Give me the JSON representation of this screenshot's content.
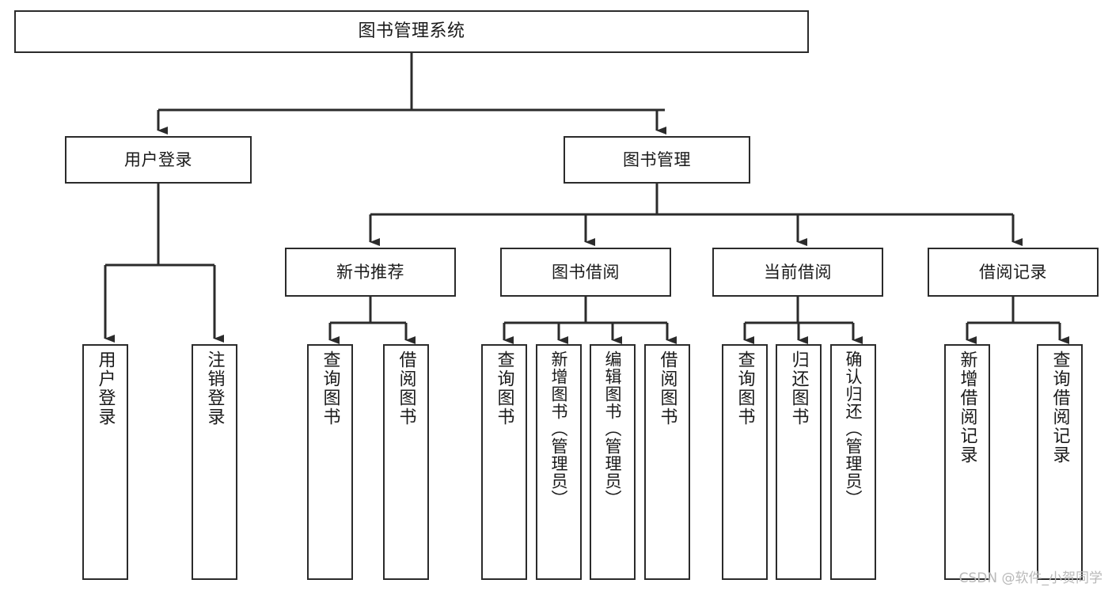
{
  "diagram": {
    "title": "图书管理系统",
    "type": "功能结构图",
    "colors": {
      "stroke": "#2b2b2b",
      "fill": "#ffffff",
      "text": "#1a1a1a",
      "watermark": "#b9b9b9",
      "background": "#ffffff"
    },
    "watermark": "CSDN @软件_小贺同学",
    "nodes": {
      "root": {
        "label": "图书管理系统"
      },
      "level1": [
        {
          "id": "user-login",
          "label": "用户登录"
        },
        {
          "id": "book-manage",
          "label": "图书管理"
        }
      ],
      "level2": [
        {
          "id": "new-book-recommend",
          "label": "新书推荐"
        },
        {
          "id": "book-borrow",
          "label": "图书借阅"
        },
        {
          "id": "current-borrow",
          "label": "当前借阅"
        },
        {
          "id": "borrow-record",
          "label": "借阅记录"
        }
      ],
      "leaves": {
        "user-login": [
          {
            "id": "leaf-user-login",
            "label": "用户登录"
          },
          {
            "id": "leaf-logout-login",
            "label": "注销登录"
          }
        ],
        "new-book-recommend": [
          {
            "id": "leaf-query-book-1",
            "label": "查询图书"
          },
          {
            "id": "leaf-borrow-book-1",
            "label": "借阅图书"
          }
        ],
        "book-borrow": [
          {
            "id": "leaf-query-book-2",
            "label": "查询图书"
          },
          {
            "id": "leaf-add-book",
            "label": "新增图书（管理员）"
          },
          {
            "id": "leaf-edit-book",
            "label": "编辑图书（管理员）"
          },
          {
            "id": "leaf-borrow-book-2",
            "label": "借阅图书"
          }
        ],
        "current-borrow": [
          {
            "id": "leaf-query-book-3",
            "label": "查询图书"
          },
          {
            "id": "leaf-return-book",
            "label": "归还图书"
          },
          {
            "id": "leaf-confirm-return",
            "label": "确认归还（管理员）"
          }
        ],
        "borrow-record": [
          {
            "id": "leaf-add-record",
            "label": "新增借阅记录"
          },
          {
            "id": "leaf-query-record",
            "label": "查询借阅记录"
          }
        ]
      }
    }
  }
}
